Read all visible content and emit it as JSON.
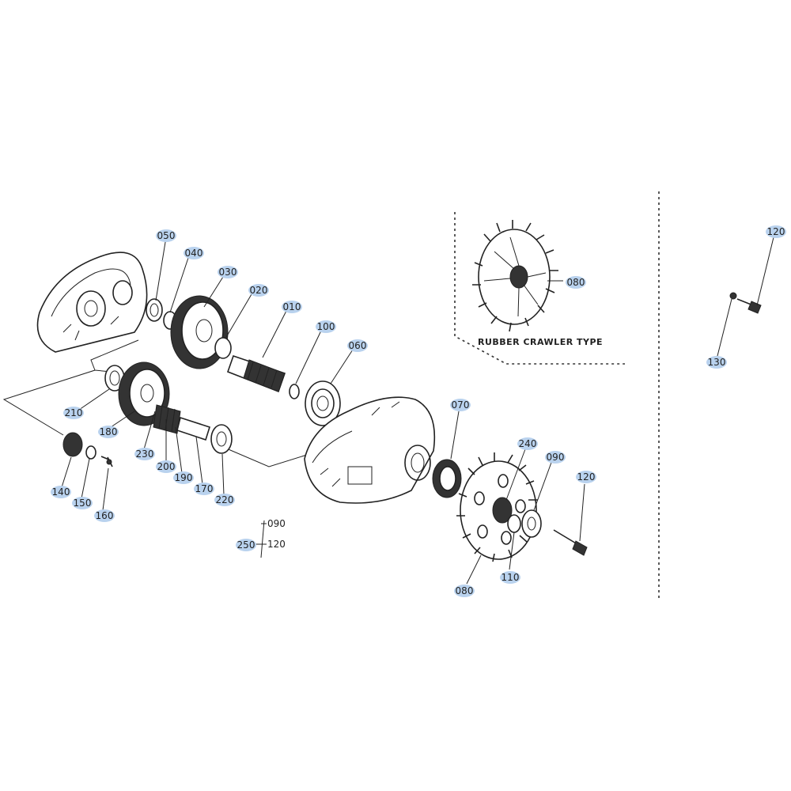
{
  "caption": {
    "rubber_crawler": "RUBBER CRAWLER TYPE"
  },
  "labels": {
    "p050": "050",
    "p040": "040",
    "p030": "030",
    "p020": "020",
    "p010": "010",
    "p100": "100",
    "p060": "060",
    "p210": "210",
    "p180": "180",
    "p230": "230",
    "p200": "200",
    "p190": "190",
    "p170": "170",
    "p220": "220",
    "p140": "140",
    "p150": "150",
    "p160": "160",
    "p070": "070",
    "p240": "240",
    "p090": "090",
    "p120": "120",
    "p110": "110",
    "p080": "080",
    "p080_rubber": "080",
    "p120_right": "120",
    "p130": "130",
    "g_090": "090",
    "g_250": "250",
    "g_120": "120"
  }
}
